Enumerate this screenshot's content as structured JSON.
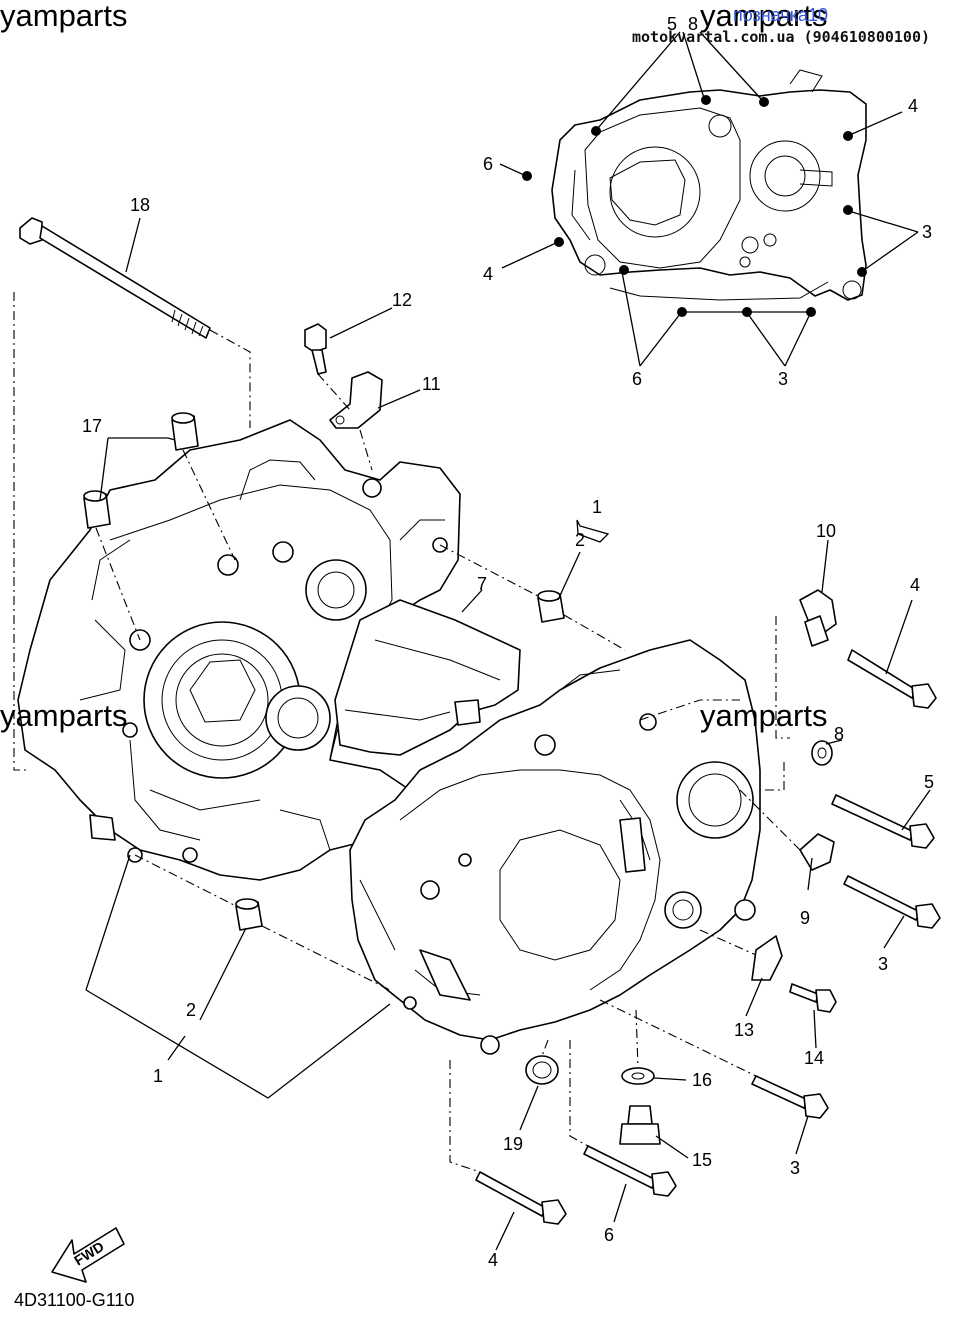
{
  "watermarks": [
    "yamparts",
    "yamparts",
    "yamparts",
    "yamparts"
  ],
  "site_text": "motokvartal.com.ua (904610800100)",
  "note_text": "позначка10",
  "diagram_code": "4D31100-G110",
  "fwd_label": "FWD",
  "callouts": {
    "c1a": "1",
    "c1b": "1",
    "c2a": "2",
    "c2b": "2",
    "c3a": "3",
    "c3b": "3",
    "c3c": "3",
    "c3d": "3",
    "c4a": "4",
    "c4b": "4",
    "c4c": "4",
    "c4d": "4",
    "c5a": "5",
    "c5b": "5",
    "c6a": "6",
    "c6b": "6",
    "c6c": "6",
    "c7": "7",
    "c8a": "8",
    "c8b": "8",
    "c9": "9",
    "c10": "10",
    "c11": "11",
    "c12": "12",
    "c13": "13",
    "c14": "14",
    "c15": "15",
    "c16": "16",
    "c17": "17",
    "c18": "18",
    "c19": "19"
  }
}
